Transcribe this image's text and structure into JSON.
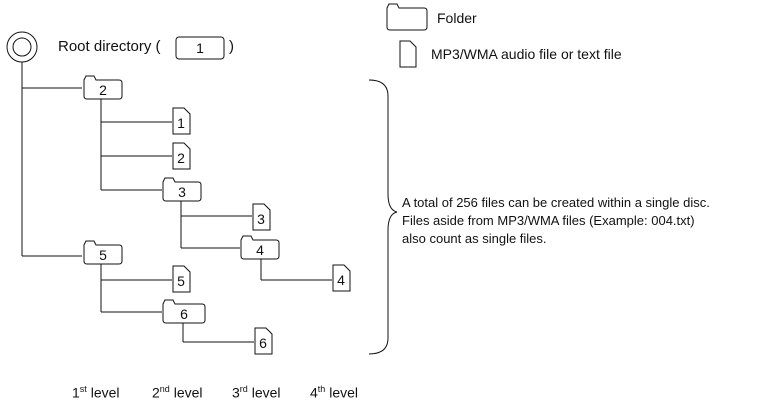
{
  "legend": {
    "folder_label": "Folder",
    "file_label": "MP3/WMA audio file or text file"
  },
  "root": {
    "label_prefix": "Root directory (",
    "label_suffix": ")",
    "number": "1"
  },
  "folders": [
    {
      "id": "2",
      "label": "2"
    },
    {
      "id": "3",
      "label": "3"
    },
    {
      "id": "4",
      "label": "4"
    },
    {
      "id": "5",
      "label": "5"
    },
    {
      "id": "6",
      "label": "6"
    }
  ],
  "files": [
    {
      "id": "1",
      "label": "1"
    },
    {
      "id": "2",
      "label": "2"
    },
    {
      "id": "3",
      "label": "3"
    },
    {
      "id": "4",
      "label": "4"
    },
    {
      "id": "5",
      "label": "5"
    },
    {
      "id": "6",
      "label": "6"
    }
  ],
  "note": {
    "line1": "A total of 256 files can be created within a single disc.",
    "line2": "Files aside from MP3/WMA files (Example: 004.txt)",
    "line3": "also count as single files."
  },
  "levels": [
    {
      "num": "1",
      "sup": "st",
      "word": "level"
    },
    {
      "num": "2",
      "sup": "nd",
      "word": "level"
    },
    {
      "num": "3",
      "sup": "rd",
      "word": "level"
    },
    {
      "num": "4",
      "sup": "th",
      "word": "level"
    }
  ]
}
